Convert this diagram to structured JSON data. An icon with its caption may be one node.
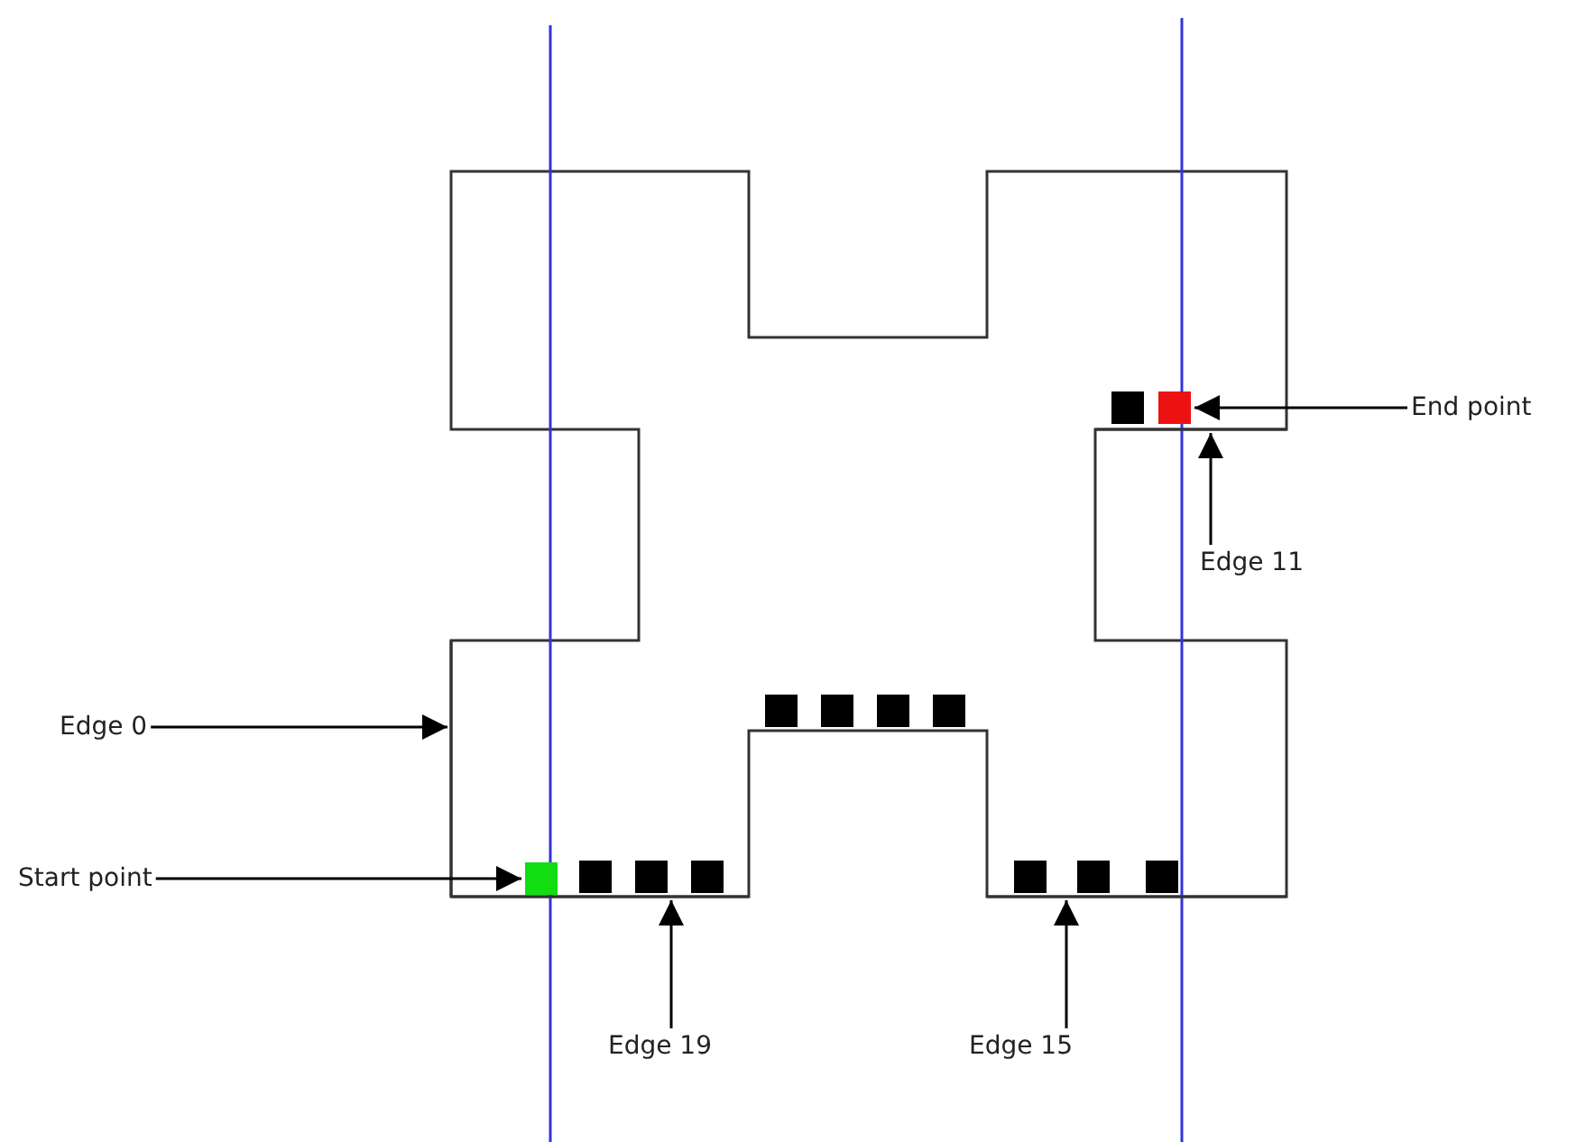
{
  "diagram": {
    "nodes": [
      {
        "text": [
          "End point"
        ]
      },
      {
        "text": [],
        "shape": "box"
      },
      {
        "text": [
          "Edge 11"
        ]
      },
      {
        "text": [
          "Edge 0"
        ]
      },
      {
        "text": [
          "Start point"
        ]
      },
      {
        "text": [],
        "shape": "box"
      },
      {
        "text": [
          "Edge 19"
        ]
      },
      {
        "text": [
          "Edge 15"
        ]
      },
      {
        "text": [],
        "shape": "line"
      },
      {
        "text": [],
        "shape": "line"
      },
      {
        "text": [],
        "shape": "line"
      },
      {
        "text": [],
        "shape": "line"
      }
    ],
    "edges": [
      {
        "from": 0,
        "to": 1,
        "arrow": "to"
      },
      {
        "from": 2,
        "to": 8,
        "arrow": "to"
      },
      {
        "from": 3,
        "to": 9,
        "arrow": "to"
      },
      {
        "from": 4,
        "to": 5,
        "arrow": "to"
      },
      {
        "from": 6,
        "to": 10,
        "arrow": "to"
      },
      {
        "from": 7,
        "to": 11,
        "arrow": "to"
      }
    ]
  }
}
